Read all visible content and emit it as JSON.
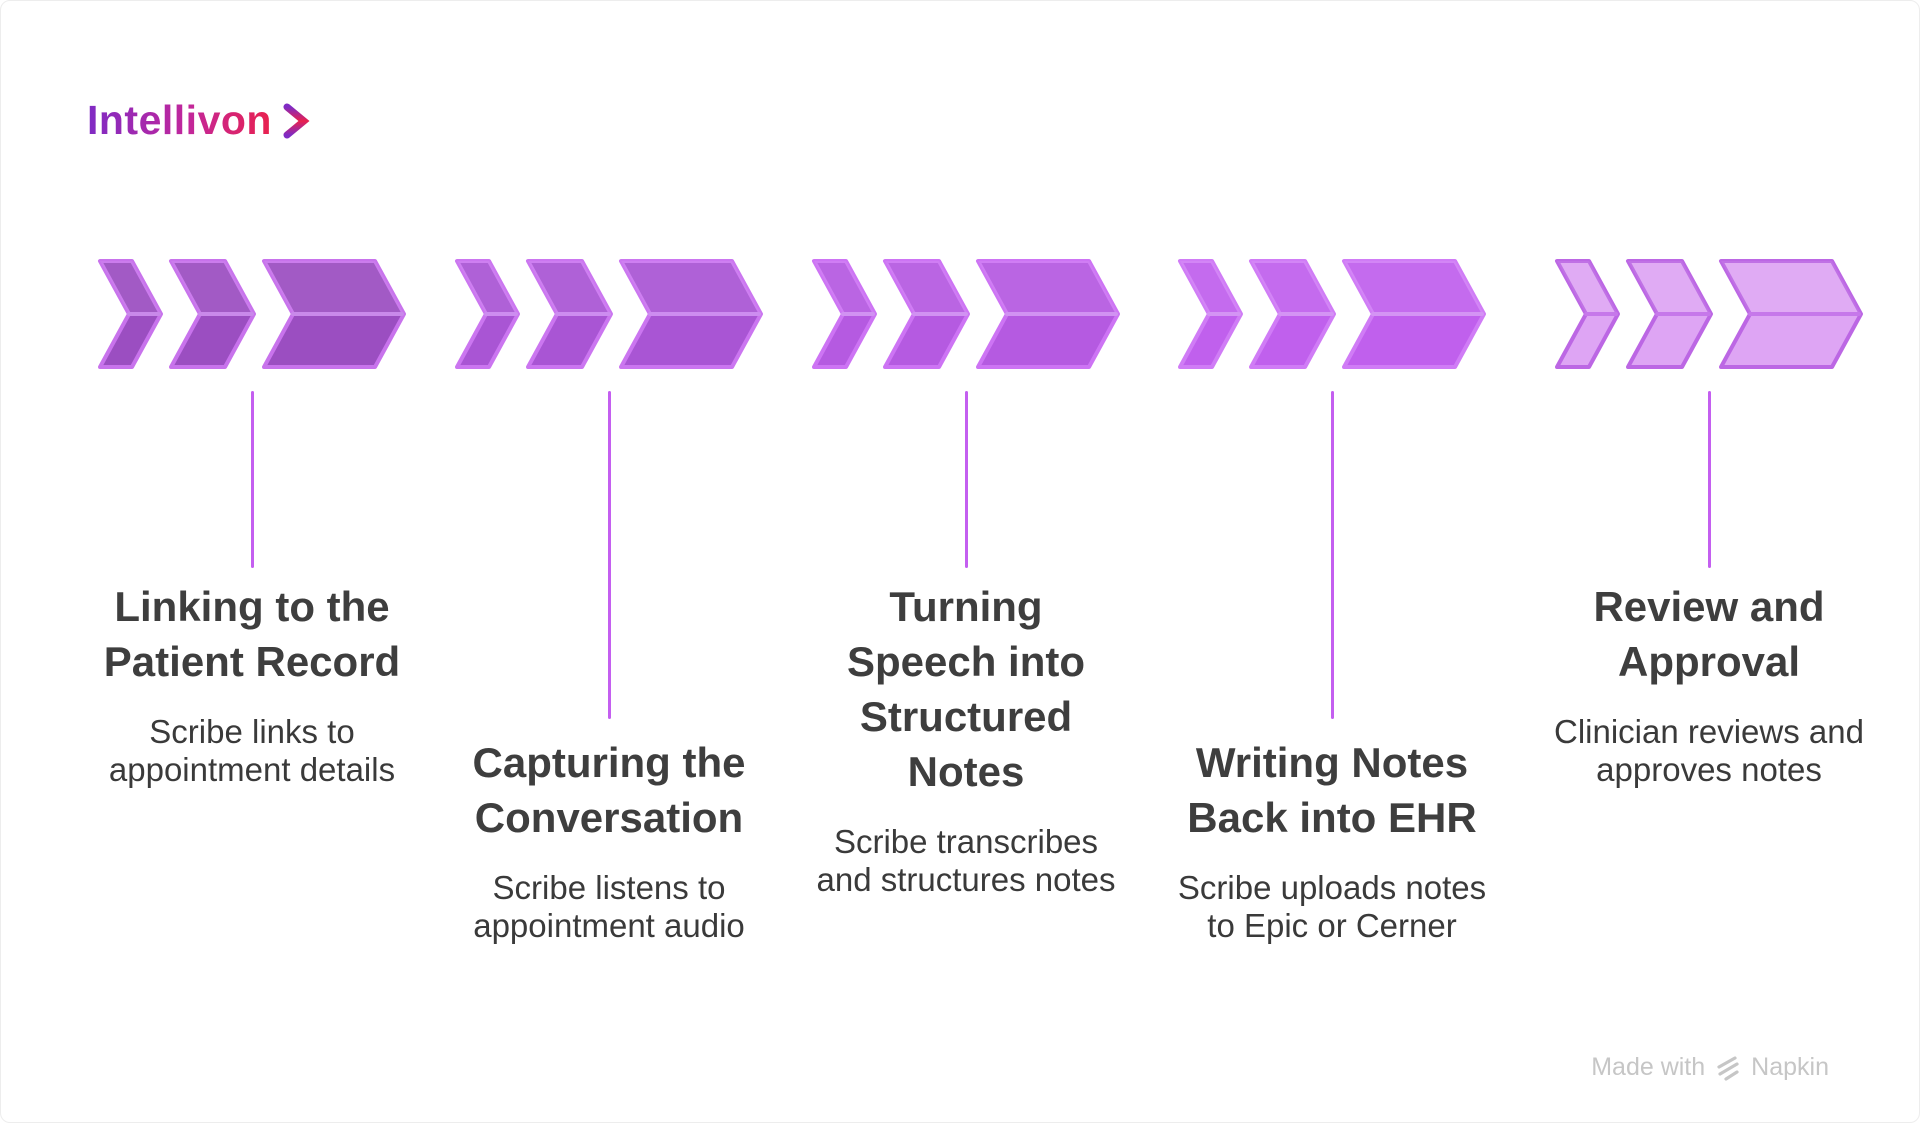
{
  "logo": {
    "text": "Intellivon"
  },
  "steps": [
    {
      "title": "Linking to the\nPatient Record",
      "description": "Scribe links to\nappointment details",
      "colors": {
        "fill": "#9B4EC1",
        "stroke": "#C873EC",
        "seam": "#C989EA"
      }
    },
    {
      "title": "Capturing the\nConversation",
      "description": "Scribe listens to\nappointment audio",
      "colors": {
        "fill": "#A955D4",
        "stroke": "#CB76F0",
        "seam": "#CD8DF0"
      }
    },
    {
      "title": "Turning\nSpeech into\nStructured\nNotes",
      "description": "Scribe transcribes\nand structures notes",
      "colors": {
        "fill": "#B55AE1",
        "stroke": "#CD74F4",
        "seam": "#D192F2"
      }
    },
    {
      "title": "Writing Notes\nBack into EHR",
      "description": "Scribe uploads notes\nto Epic or Cerner",
      "colors": {
        "fill": "#C060ED",
        "stroke": "#D07CF6",
        "seam": "#D494F4"
      }
    },
    {
      "title": "Review and\nApproval",
      "description": "Clinician reviews and\napproves notes",
      "colors": {
        "fill": "#DEA5F4",
        "stroke": "#BC67E4",
        "seam": "#C678EA"
      }
    }
  ],
  "footer": {
    "made_with": "Made with",
    "brand": "Napkin"
  },
  "ui_colors": {
    "connector": "#C45FF0",
    "title_text": "#3E3E3E",
    "description_text": "#3A3A3A",
    "footer_text": "#C6C6C6",
    "logo_gradient_start": "#7F2BC4",
    "logo_gradient_mid": "#C2279B",
    "logo_gradient_end": "#E9214E"
  }
}
